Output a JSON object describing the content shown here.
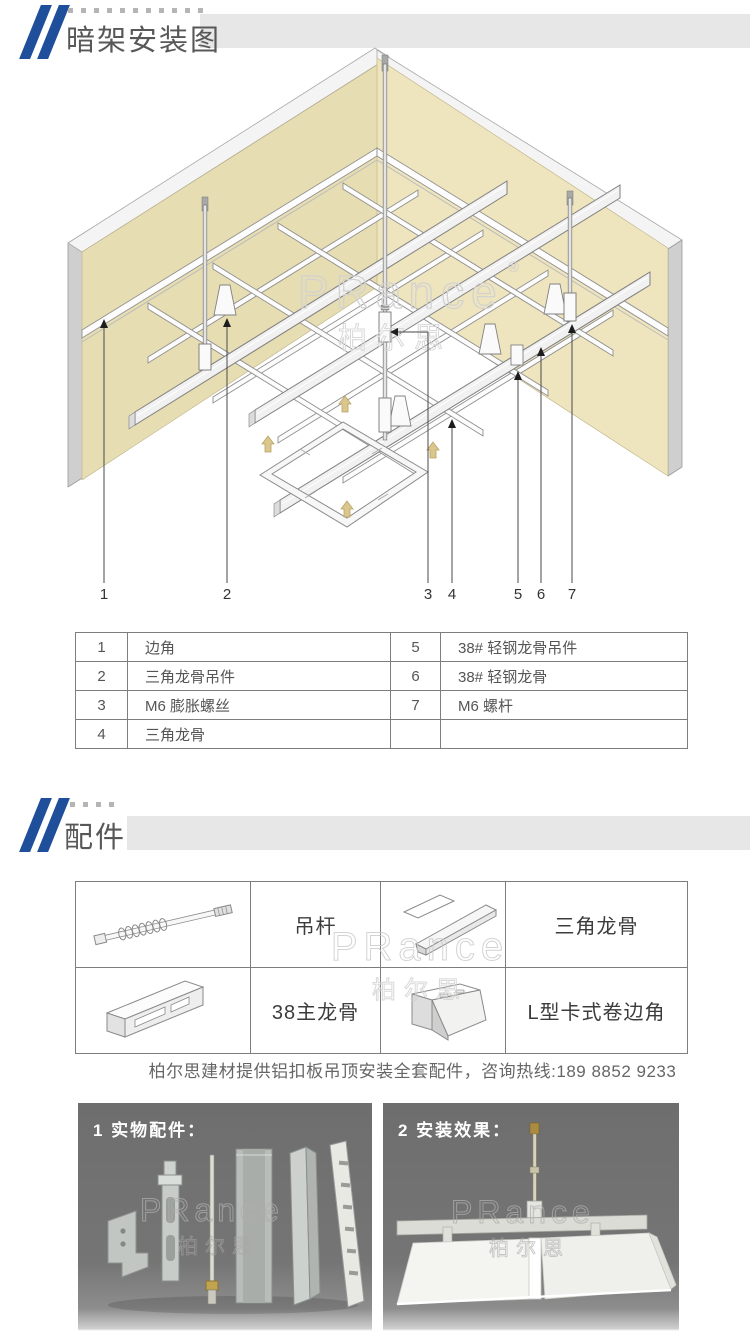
{
  "section1": {
    "title": "暗架安装图"
  },
  "diagram": {
    "callouts": [
      "1",
      "2",
      "3",
      "4",
      "5",
      "6",
      "7"
    ],
    "watermark": {
      "brand": "PRance",
      "reg": "®",
      "brand_cjk": "柏尔思"
    }
  },
  "parts_table": {
    "rows": [
      {
        "no_left": "1",
        "label_left": "边角",
        "no_right": "5",
        "label_right": "38# 轻钢龙骨吊件"
      },
      {
        "no_left": "2",
        "label_left": "三角龙骨吊件",
        "no_right": "6",
        "label_right": "38# 轻钢龙骨"
      },
      {
        "no_left": "3",
        "label_left": "M6 膨胀螺丝",
        "no_right": "7",
        "label_right": "M6 螺杆"
      },
      {
        "no_left": "4",
        "label_left": "三角龙骨",
        "no_right": "",
        "label_right": ""
      }
    ]
  },
  "section2": {
    "title": "配件"
  },
  "accessories_table": {
    "items": [
      {
        "label": "吊杆"
      },
      {
        "label": "三角龙骨"
      },
      {
        "label": "38主龙骨"
      },
      {
        "label": "L型卡式卷边角"
      }
    ]
  },
  "hotline": {
    "text": "柏尔思建材提供铝扣板吊顶安装全套配件，咨询热线:189 8852 9233"
  },
  "photos": [
    {
      "label": "1 实物配件："
    },
    {
      "label": "2 安装效果："
    }
  ],
  "colors": {
    "accent_blue": "#1f4e9b",
    "band_gray": "#e7e7e7",
    "wall_cream": "#e9dfb5",
    "arrow_tan": "#dbc68e",
    "photo_bg": "#757575"
  }
}
